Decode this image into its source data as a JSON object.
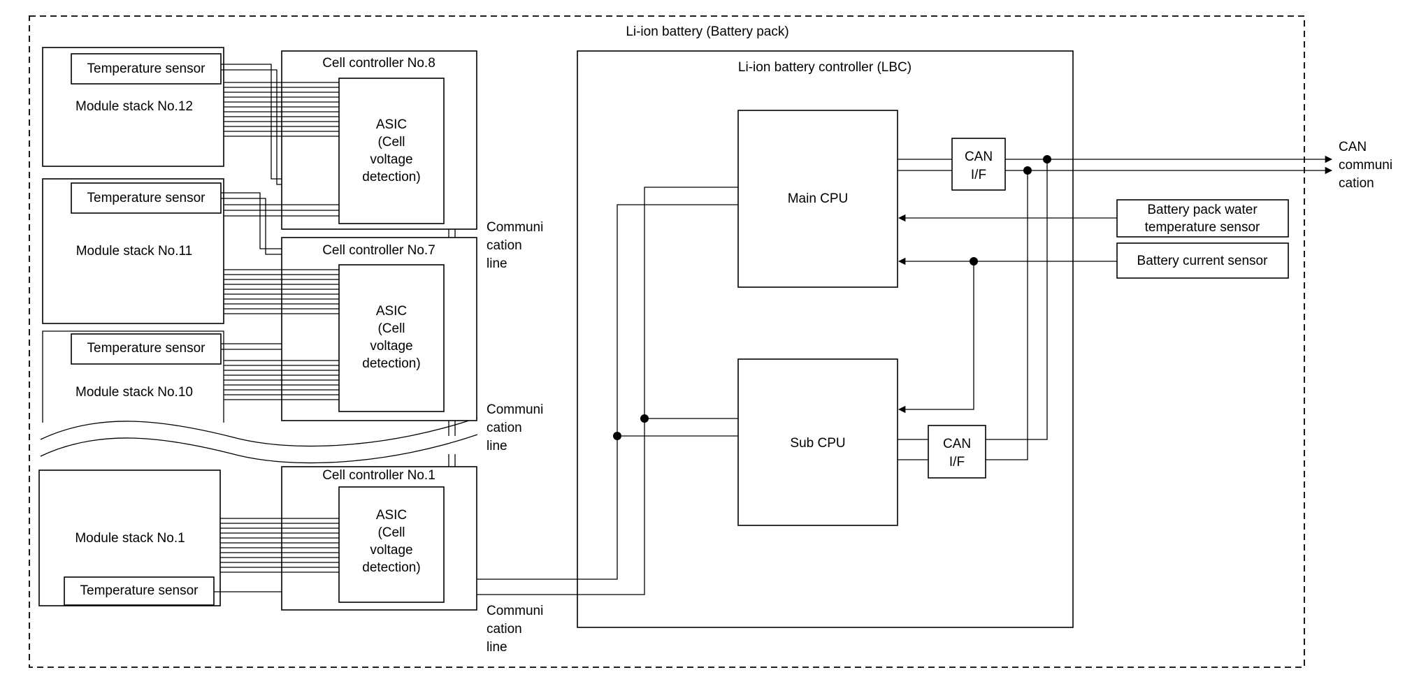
{
  "pack": {
    "label": "Li-ion battery (Battery pack)"
  },
  "lbc": {
    "label": "Li-ion battery controller (LBC)"
  },
  "module_stacks": [
    {
      "id": "ms12",
      "label": "Module stack No.12",
      "temp_sensor": "Temperature sensor"
    },
    {
      "id": "ms11",
      "label": "Module stack No.11",
      "temp_sensor": "Temperature sensor"
    },
    {
      "id": "ms10",
      "label": "Module stack No.10",
      "temp_sensor": "Temperature sensor"
    },
    {
      "id": "ms1",
      "label": "Module stack No.1",
      "temp_sensor": "Temperature sensor"
    }
  ],
  "cell_controllers": [
    {
      "id": "cc8",
      "label": "Cell controller No.8",
      "asic": [
        "ASIC",
        "(Cell",
        "voltage",
        "detection)"
      ]
    },
    {
      "id": "cc7",
      "label": "Cell controller No.7",
      "asic": [
        "ASIC",
        "(Cell",
        "voltage",
        "detection)"
      ]
    },
    {
      "id": "cc1",
      "label": "Cell controller No.1",
      "asic": [
        "ASIC",
        "(Cell",
        "voltage",
        "detection)"
      ]
    }
  ],
  "comm_line": [
    "Communi",
    "cation",
    "line"
  ],
  "main_cpu": "Main CPU",
  "sub_cpu": "Sub CPU",
  "can_if": [
    "CAN",
    "I/F"
  ],
  "can_out": [
    "CAN",
    "communi",
    "cation"
  ],
  "water_temp_sensor": [
    "Battery pack water",
    "temperature sensor"
  ],
  "current_sensor": "Battery current sensor"
}
